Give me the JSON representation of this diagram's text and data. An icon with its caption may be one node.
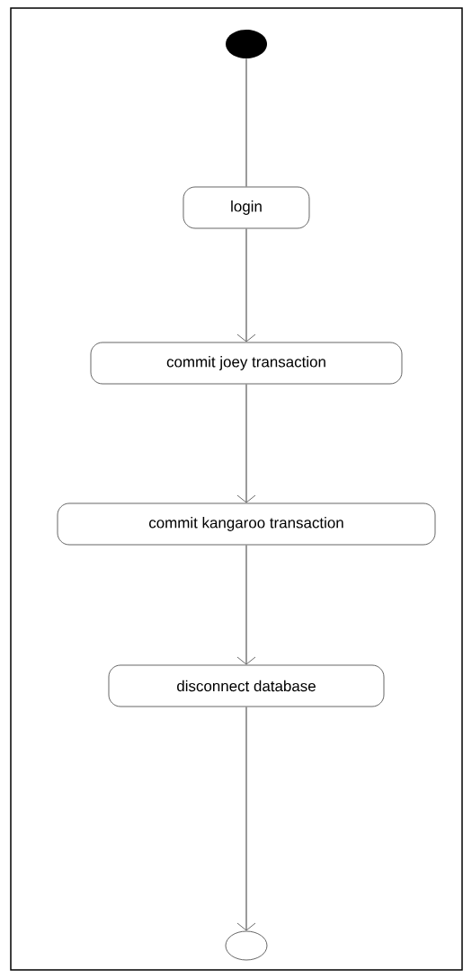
{
  "diagram": {
    "nodes": [
      {
        "text": [],
        "shape": "circle"
      },
      {
        "text": [
          "login"
        ]
      },
      {
        "text": [
          "commit joey transaction"
        ]
      },
      {
        "text": [
          "commit kangaroo transaction"
        ]
      },
      {
        "text": [
          "disconnect database"
        ]
      },
      {
        "text": [],
        "shape": "bullseye"
      }
    ],
    "edges": [
      {
        "from": 0,
        "to": 1,
        "arrow": "none"
      },
      {
        "from": 1,
        "to": 2,
        "arrow": "to"
      },
      {
        "from": 2,
        "to": 3,
        "arrow": "to"
      },
      {
        "from": 3,
        "to": 4,
        "arrow": "to"
      },
      {
        "from": 4,
        "to": 5,
        "arrow": "to"
      }
    ]
  }
}
